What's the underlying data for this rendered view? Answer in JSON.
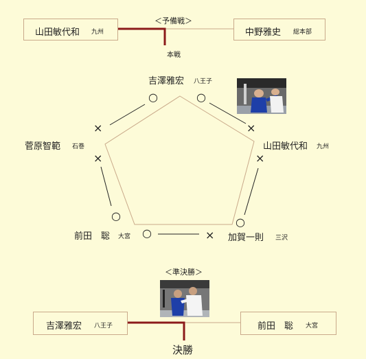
{
  "colors": {
    "background": "#fdfbd8",
    "winner_line": "#8b1a1a",
    "box_border": "#c9a98a",
    "pentagon": "#c9a98a"
  },
  "preliminary": {
    "title": "＜予備戦＞",
    "left": {
      "name": "山田敏代和",
      "region": "九州"
    },
    "right": {
      "name": "中野雅史",
      "region": "総本部"
    },
    "result_label": "本戦"
  },
  "league": {
    "players": [
      {
        "name": "吉澤雅宏",
        "region": "八王子"
      },
      {
        "name": "山田敏代和",
        "region": "九州"
      },
      {
        "name": "加賀一則",
        "region": "三沢"
      },
      {
        "name": "前田　聡",
        "region": "大宮"
      },
      {
        "name": "菅原智範",
        "region": "石巻"
      }
    ],
    "marks": {
      "win": "○",
      "loss": "×"
    },
    "photo": {
      "icon": "karate-fight-photo-icon"
    }
  },
  "semifinal": {
    "title": "＜準決勝＞",
    "left": {
      "name": "吉澤雅宏",
      "region": "八王子"
    },
    "right": {
      "name": "前田　聡",
      "region": "大宮"
    },
    "result_label": "決勝",
    "photo": {
      "icon": "karate-fight-photo-icon"
    }
  }
}
